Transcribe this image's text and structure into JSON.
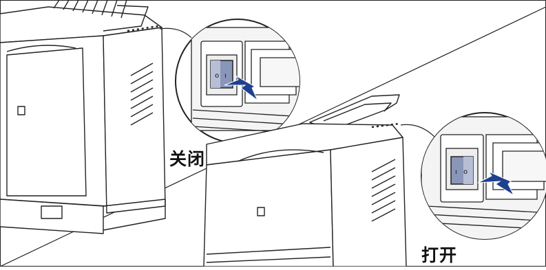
{
  "labels": {
    "off": "关闭",
    "on": "打开"
  },
  "colors": {
    "arrow": "#1f3f8f",
    "switch": "#8a96b8",
    "line": "#222222"
  },
  "icons": {
    "off_arrow": "arrow-pointing-left",
    "on_arrow": "arrow-pointing-left"
  }
}
